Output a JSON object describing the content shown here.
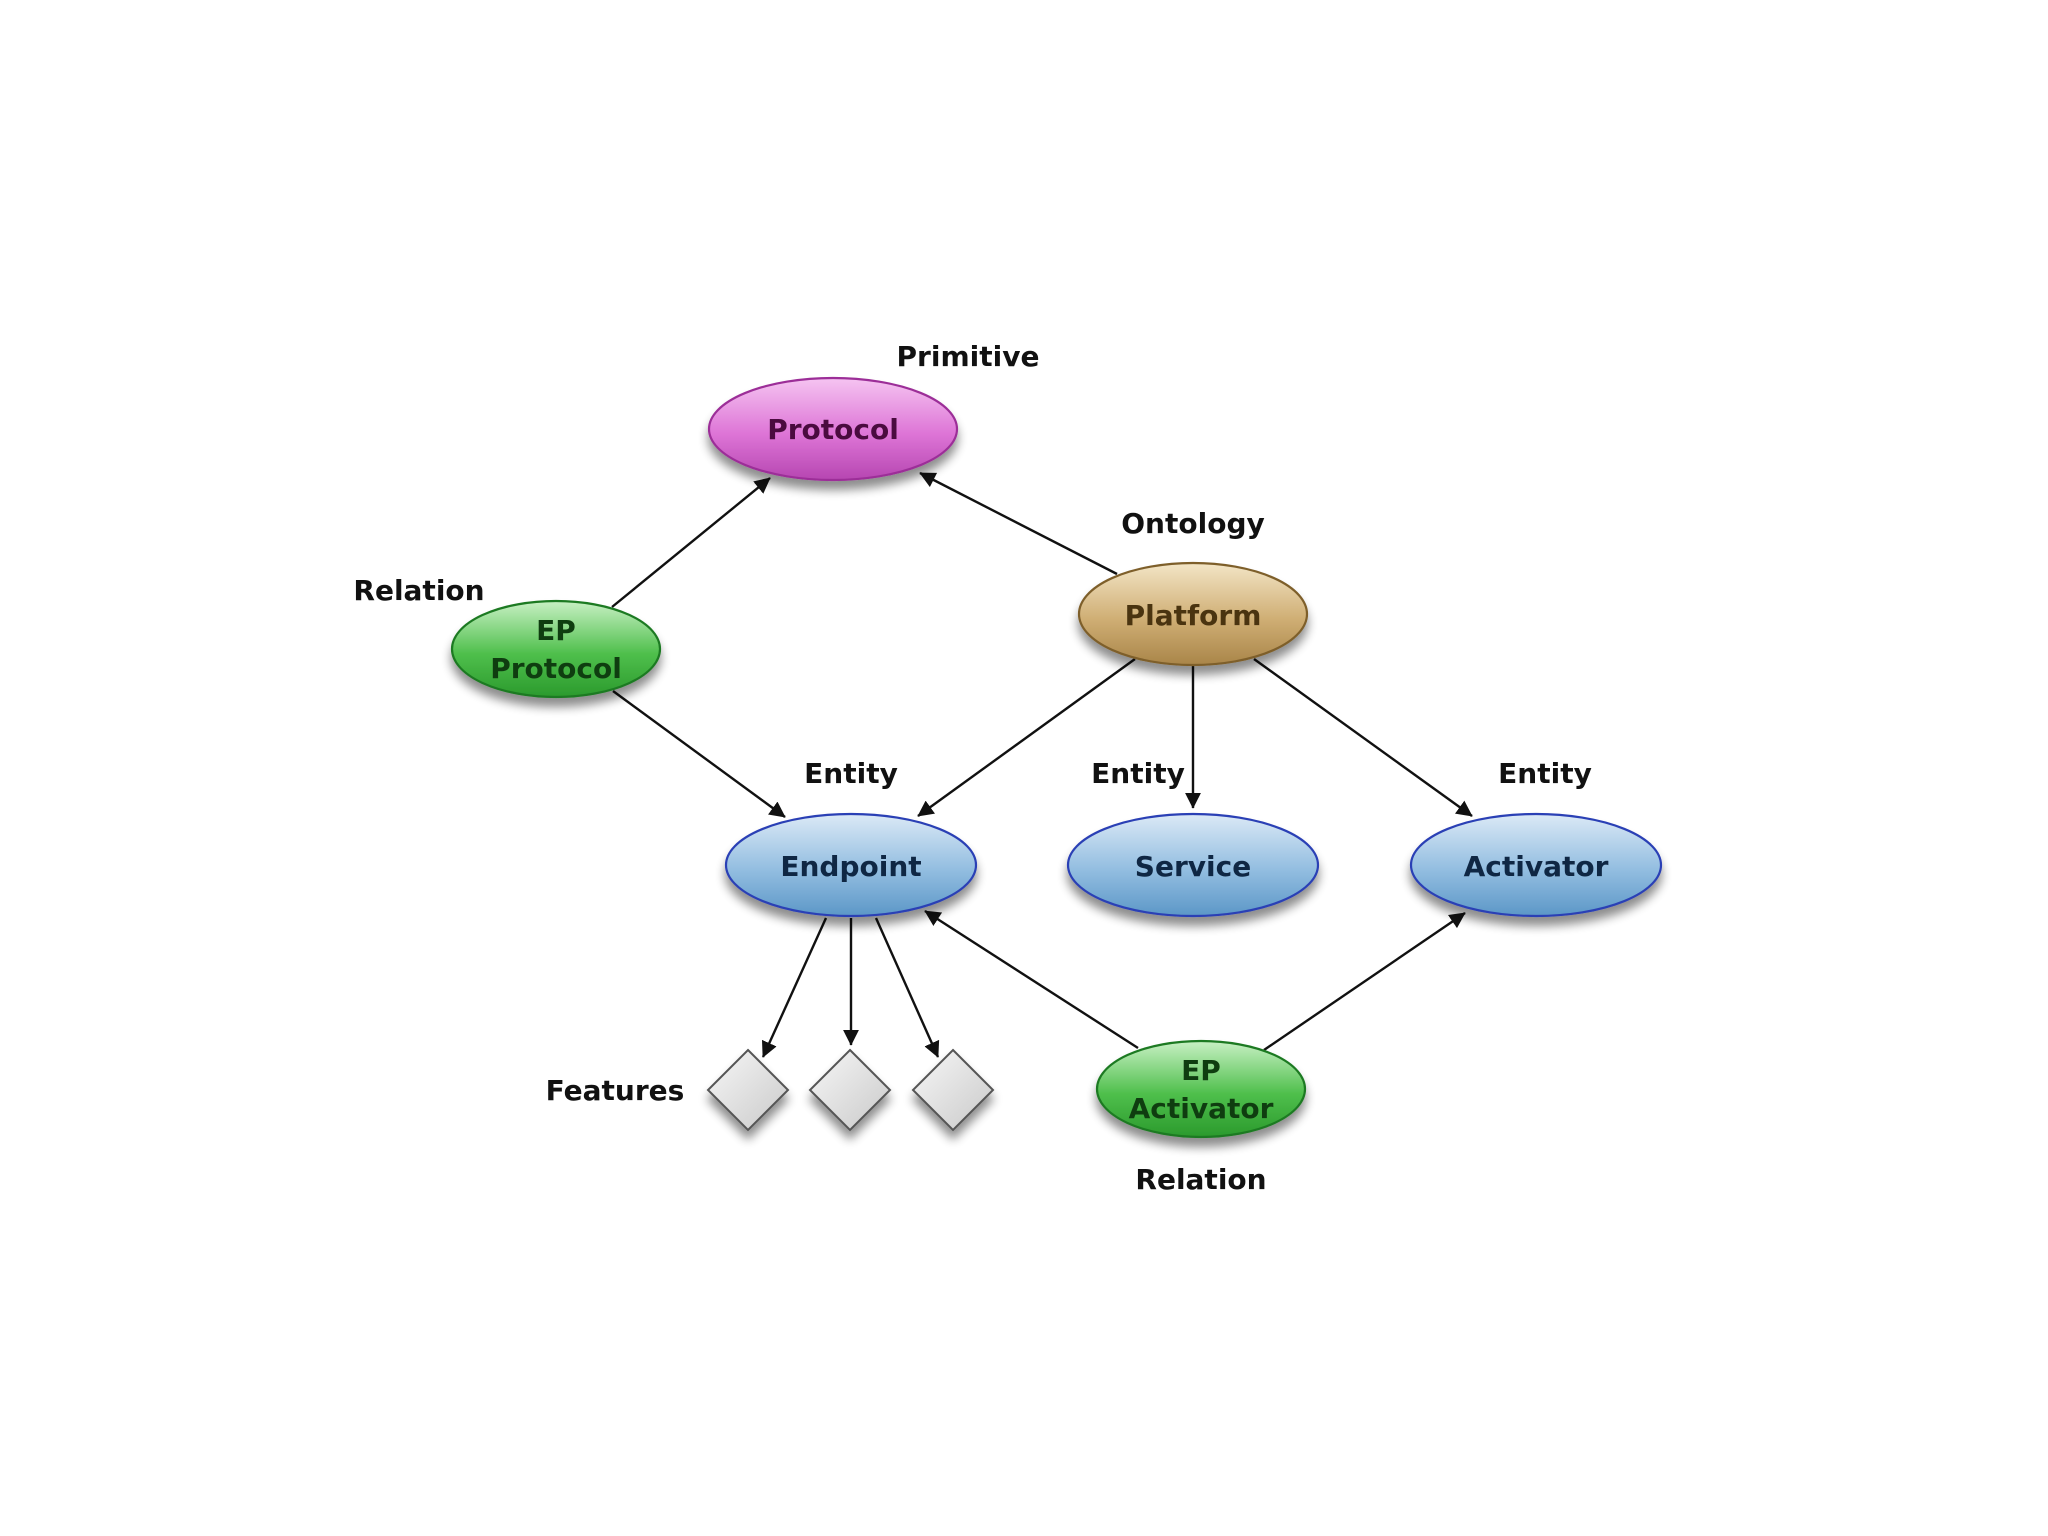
{
  "colors": {
    "primitive": "#d96bd3",
    "ontology": "#c9a56a",
    "relation": "#3fae3f",
    "entity": "#7fb2da",
    "entity_border": "#2b3fb5",
    "feature": "#dcdcdc"
  },
  "nodes": {
    "protocol": {
      "text": "Protocol",
      "type_label": "Primitive"
    },
    "platform": {
      "text": "Platform",
      "type_label": "Ontology"
    },
    "ep_protocol": {
      "line1": "EP",
      "line2": "Protocol",
      "type_label": "Relation"
    },
    "endpoint": {
      "text": "Endpoint",
      "type_label": "Entity"
    },
    "service": {
      "text": "Service",
      "type_label": "Entity"
    },
    "activator": {
      "text": "Activator",
      "type_label": "Entity"
    },
    "ep_activator": {
      "line1": "EP",
      "line2": "Activator",
      "type_label": "Relation"
    }
  },
  "features": {
    "label": "Features",
    "count": 3
  },
  "edges": [
    {
      "from": "ep_protocol",
      "to": "protocol"
    },
    {
      "from": "platform",
      "to": "protocol"
    },
    {
      "from": "ep_protocol",
      "to": "endpoint"
    },
    {
      "from": "platform",
      "to": "endpoint"
    },
    {
      "from": "platform",
      "to": "service"
    },
    {
      "from": "platform",
      "to": "activator"
    },
    {
      "from": "ep_activator",
      "to": "endpoint"
    },
    {
      "from": "ep_activator",
      "to": "activator"
    },
    {
      "from": "endpoint",
      "to": "feature_1"
    },
    {
      "from": "endpoint",
      "to": "feature_2"
    },
    {
      "from": "endpoint",
      "to": "feature_3"
    }
  ]
}
